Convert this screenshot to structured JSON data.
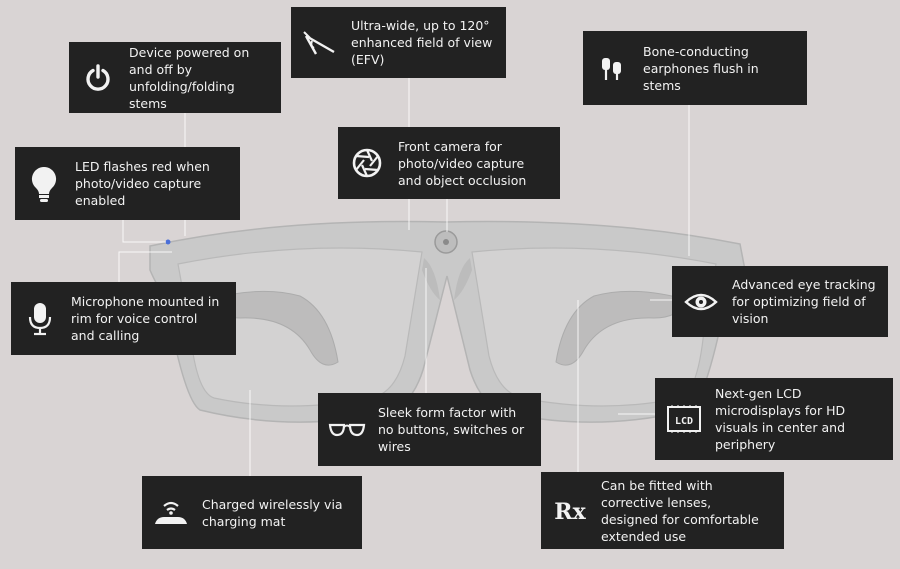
{
  "colors": {
    "background": "#d9d4d4",
    "box": "#222222",
    "text": "#f2f2f2",
    "frame": "#c9c9c9",
    "leader": "#ffffff"
  },
  "callouts": [
    {
      "id": "power",
      "icon": "power-icon",
      "text": "Device powered on and off by unfolding/folding stems"
    },
    {
      "id": "fov",
      "icon": "wide-angle-icon",
      "text": "Ultra-wide, up to 120° enhanced field of view (EFV)"
    },
    {
      "id": "bone",
      "icon": "earphones-icon",
      "text": "Bone-conducting earphones flush in stems"
    },
    {
      "id": "led",
      "icon": "lightbulb-icon",
      "text": "LED flashes red when photo/video capture enabled"
    },
    {
      "id": "camera",
      "icon": "aperture-icon",
      "text": "Front camera for photo/video capture and object occlusion"
    },
    {
      "id": "mic",
      "icon": "microphone-icon",
      "text": "Microphone mounted in rim for voice control and calling"
    },
    {
      "id": "eye",
      "icon": "eye-icon",
      "text": "Advanced eye tracking for optimizing field of vision"
    },
    {
      "id": "form",
      "icon": "glasses-icon",
      "text": "Sleek form factor with no buttons, switches or wires"
    },
    {
      "id": "lcd",
      "icon": "lcd-icon",
      "text": "Next-gen LCD microdisplays for HD visuals in center and periphery",
      "icon_label": "LCD"
    },
    {
      "id": "wireless",
      "icon": "charging-pad-icon",
      "text": "Charged wirelessly via charging mat"
    },
    {
      "id": "rx",
      "icon": "rx-icon",
      "text": "Can be fitted with corrective lenses, designed for comfortable extended use",
      "icon_label": "Rx"
    }
  ]
}
